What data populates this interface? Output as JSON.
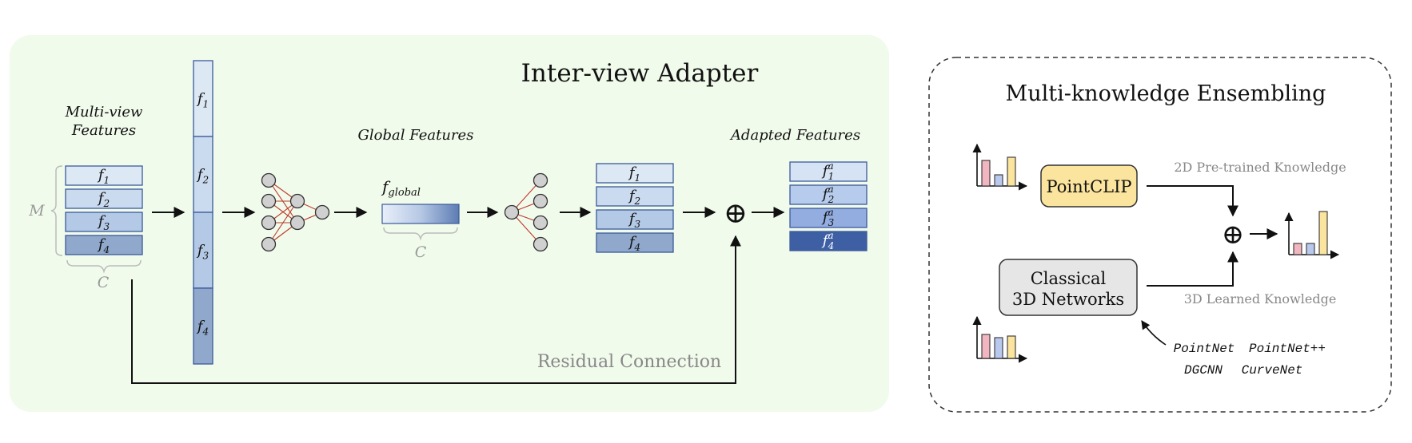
{
  "adapter": {
    "title": "Inter-view Adapter",
    "background_color": "#f1fbec",
    "multiview": {
      "label_line1": "Multi-view",
      "label_line2": "Features",
      "m_label": "M",
      "c_label": "C"
    },
    "global_label": "Global Features",
    "global_feature_symbol": "f",
    "global_feature_subscript": "global",
    "global_c_label": "C",
    "adapted_label": "Adapted Features",
    "residual_label": "Residual Connection",
    "feature_symbol": "f",
    "feature_indices": [
      "1",
      "2",
      "3",
      "4"
    ],
    "adapted_superscript": "a",
    "view_colors": [
      "#dde8f5",
      "#cbdbef",
      "#b3c9e5",
      "#8fa8cb"
    ],
    "adapted_colors": [
      "#d6e3f4",
      "#b7ccec",
      "#93ade1",
      "#3e5fa3"
    ],
    "oplus": "⊕"
  },
  "ensemble": {
    "title": "Multi-knowledge Ensembling",
    "pointclip_label": "PointCLIP",
    "pointclip_color": "#fbe49d",
    "classical_line1": "Classical",
    "classical_line2": "3D Networks",
    "classical_color": "#e6e6e6",
    "pretrained_label": "2D Pre-trained Knowledge",
    "learned_label": "3D Learned Knowledge",
    "networks": [
      "PointNet",
      "PointNet++",
      "DGCNN",
      "CurveNet"
    ],
    "oplus": "⊕",
    "bar_colors": [
      "#f2b6c0",
      "#b9c9ee",
      "#fbe49d"
    ]
  }
}
